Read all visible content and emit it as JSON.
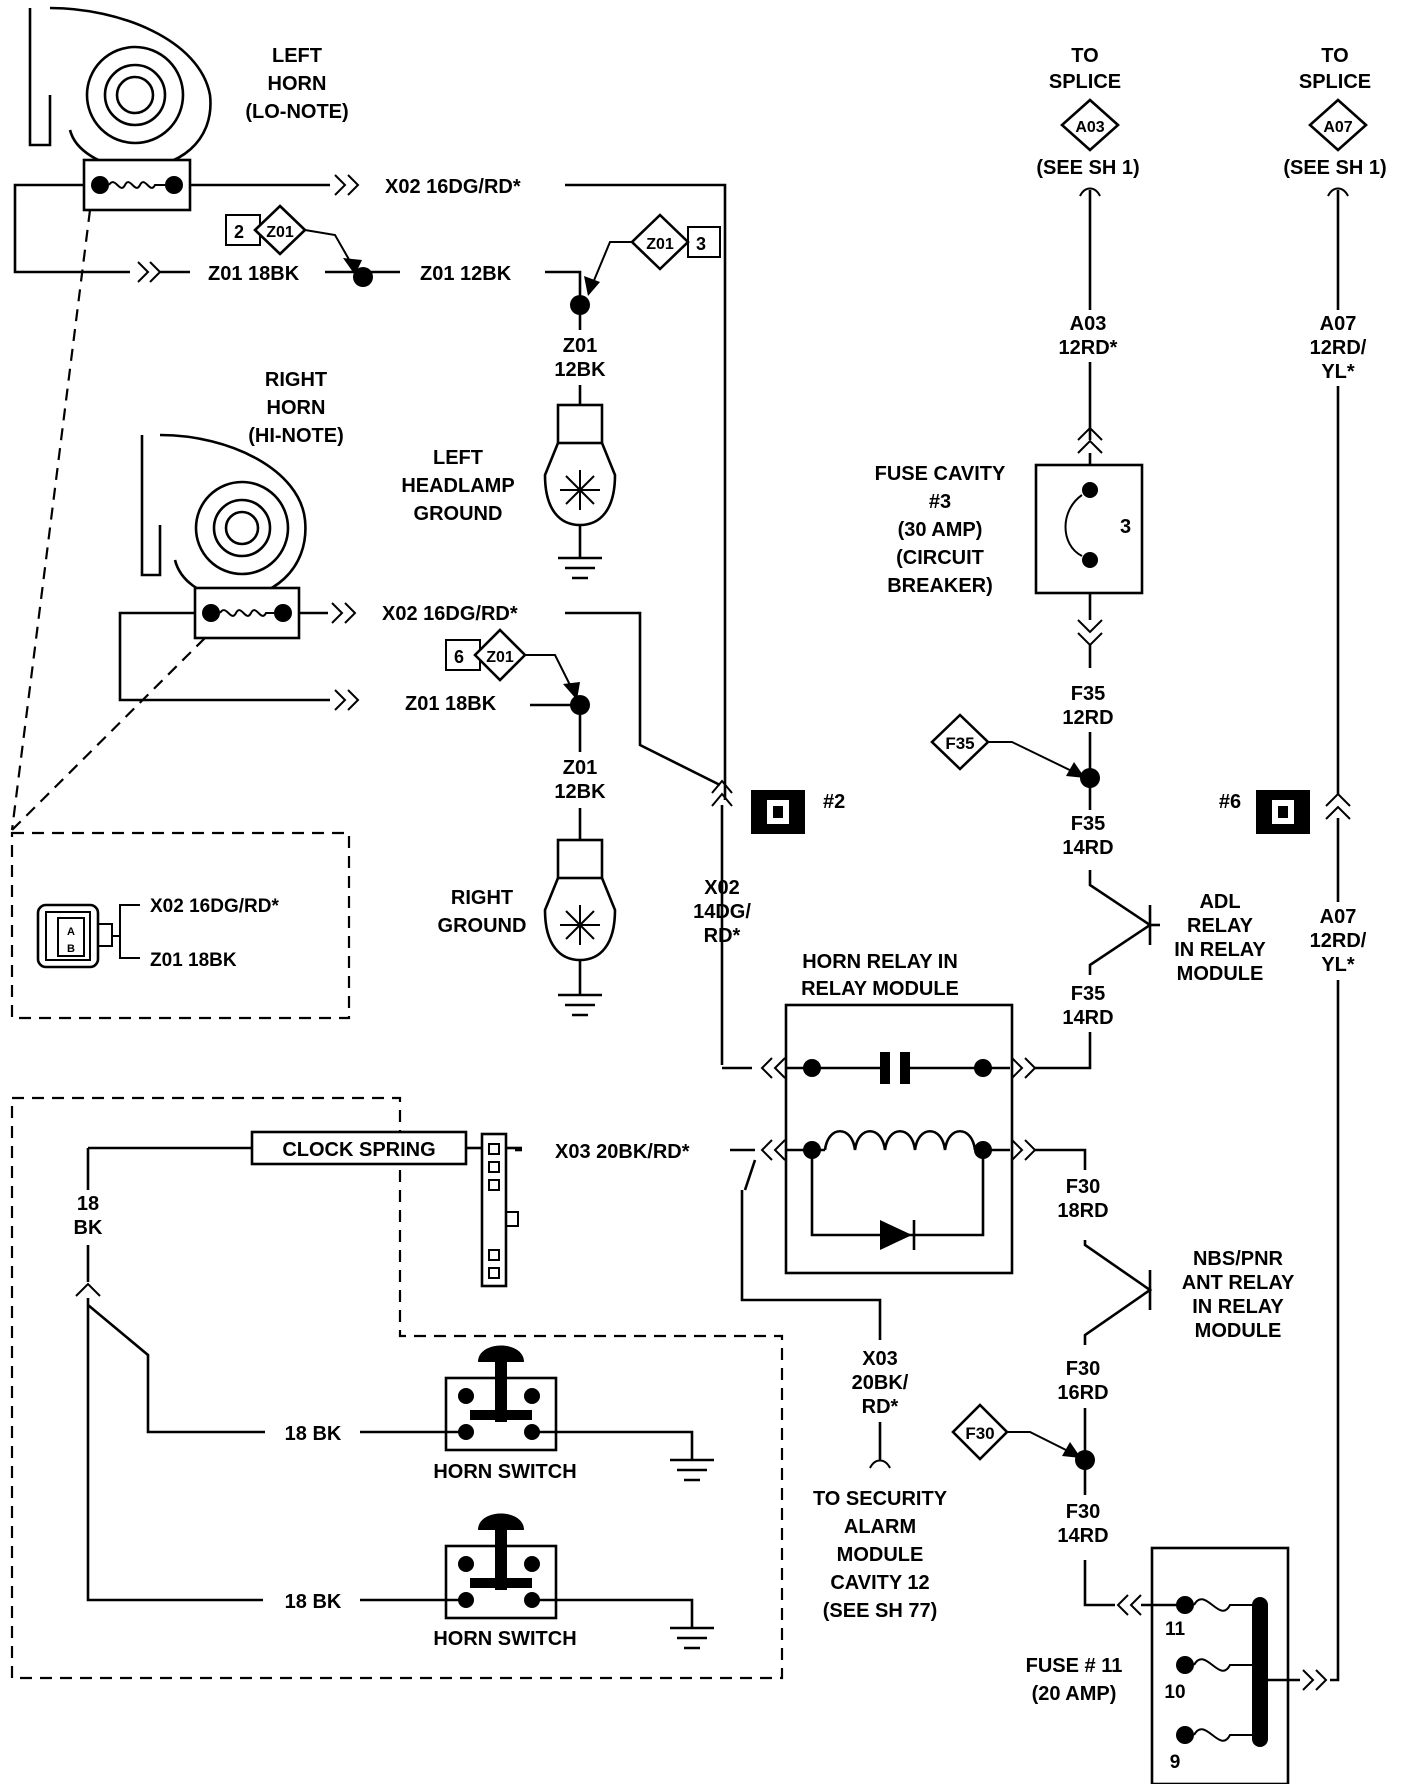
{
  "left_horn": {
    "title": [
      "LEFT",
      "HORN",
      "(LO-NOTE)"
    ],
    "wire_top": "X02 16DG/RD*",
    "wire_bottom": "Z01 18BK"
  },
  "right_horn": {
    "title": [
      "RIGHT",
      "HORN",
      "(HI-NOTE)"
    ],
    "wire_top": "X02 16DG/RD*",
    "wire_bottom": "Z01 18BK"
  },
  "splices": {
    "z01_2": {
      "num": "2",
      "code": "Z01"
    },
    "z01_3": {
      "num": "3",
      "code": "Z01"
    },
    "z01_6": {
      "num": "6",
      "code": "Z01"
    },
    "f35": "F35",
    "f30": "F30",
    "a03": "A03",
    "a07": "A07"
  },
  "wires": {
    "z01_12bk_mid": "Z01 12BK",
    "z01_12bk_left": [
      "Z01",
      "12BK"
    ],
    "z01_12bk_right": [
      "Z01",
      "12BK"
    ],
    "x02_14": [
      "X02",
      "14DG/",
      "RD*"
    ],
    "a03_12rd": [
      "A03",
      "12RD*"
    ],
    "a07_12rd_top": [
      "A07",
      "12RD/",
      "YL*"
    ],
    "a07_12rd_bottom": [
      "A07",
      "12RD/",
      "YL*"
    ],
    "f35_12rd": [
      "F35",
      "12RD"
    ],
    "f35_14rd_a": [
      "F35",
      "14RD"
    ],
    "f35_14rd_b": [
      "F35",
      "14RD"
    ],
    "x03_20bk": "X03 20BK/RD*",
    "f30_18rd": [
      "F30",
      "18RD"
    ],
    "f30_16rd": [
      "F30",
      "16RD"
    ],
    "f30_14rd": [
      "F30",
      "14RD"
    ],
    "x03_20bk_down": [
      "X03",
      "20BK/",
      "RD*"
    ],
    "bk18_vertical": [
      "18",
      "BK"
    ],
    "bk18_switch1": "18 BK",
    "bk18_switch2": "18 BK"
  },
  "grounds": {
    "left_headlamp": [
      "LEFT",
      "HEADLAMP",
      "GROUND"
    ],
    "right": [
      "RIGHT",
      "GROUND"
    ]
  },
  "to_splice_a03": {
    "lines": [
      "TO",
      "SPLICE"
    ],
    "see": "(SEE SH 1)"
  },
  "to_splice_a07": {
    "lines": [
      "TO",
      "SPLICE"
    ],
    "see": "(SEE SH 1)"
  },
  "fuse_cavity_3": {
    "lines": [
      "FUSE CAVITY",
      "#3",
      "(30 AMP)",
      "(CIRCUIT",
      "BREAKER)"
    ],
    "num": "3"
  },
  "connectors": {
    "c2": "#2",
    "c6": "#6"
  },
  "adl_relay": [
    "ADL",
    "RELAY",
    "IN RELAY",
    "MODULE"
  ],
  "nbs_relay": [
    "NBS/PNR",
    "ANT RELAY",
    "IN RELAY",
    "MODULE"
  ],
  "horn_relay": [
    "HORN RELAY IN",
    "RELAY MODULE"
  ],
  "inset_connector": {
    "line1": "X02 16DG/RD*",
    "line2": "Z01 18BK",
    "pins": [
      "A",
      "B"
    ]
  },
  "clock_spring": "CLOCK SPRING",
  "horn_switch_1": "HORN SWITCH",
  "horn_switch_2": "HORN SWITCH",
  "security": [
    "TO SECURITY",
    "ALARM",
    "MODULE",
    "CAVITY 12",
    "(SEE SH 77)"
  ],
  "fuse_11": {
    "lines": [
      "FUSE # 11",
      "(20 AMP)"
    ],
    "pins": [
      "11",
      "10",
      "9"
    ]
  }
}
